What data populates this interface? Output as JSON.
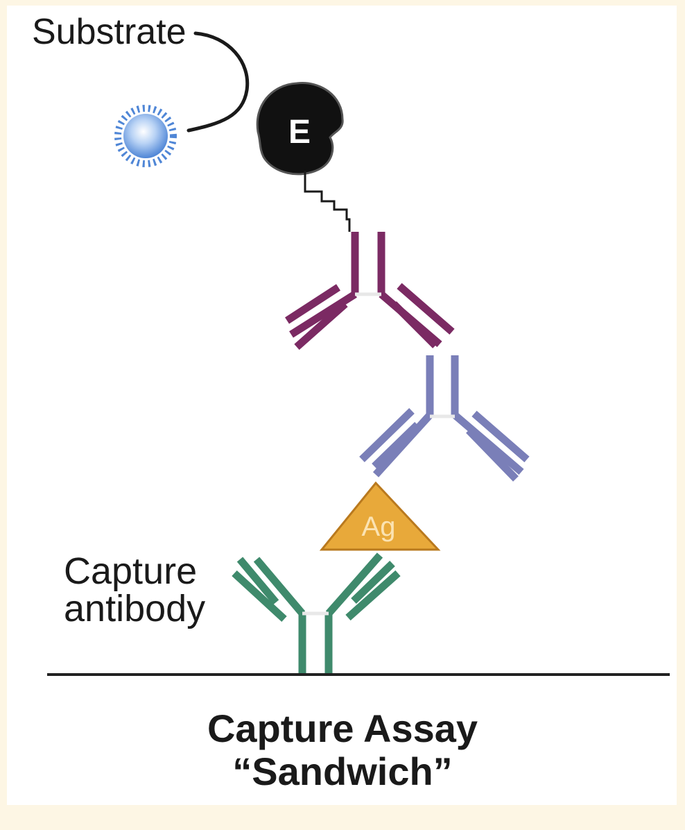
{
  "labels": {
    "substrate": "Substrate",
    "capture_antibody_line1": "Capture",
    "capture_antibody_line2": "antibody",
    "enzyme": "E",
    "antigen": "Ag",
    "title_line1": "Capture Assay",
    "title_line2": "“Sandwich”"
  },
  "colors": {
    "background": "#fdf6e4",
    "capture_antibody": "#3f8a6c",
    "primary_antibody": "#7a7fb8",
    "secondary_antibody": "#7b2a63",
    "antigen": "#e8a93a",
    "enzyme": "#111111",
    "substrate": "#6f9ee0",
    "line": "#222222"
  }
}
